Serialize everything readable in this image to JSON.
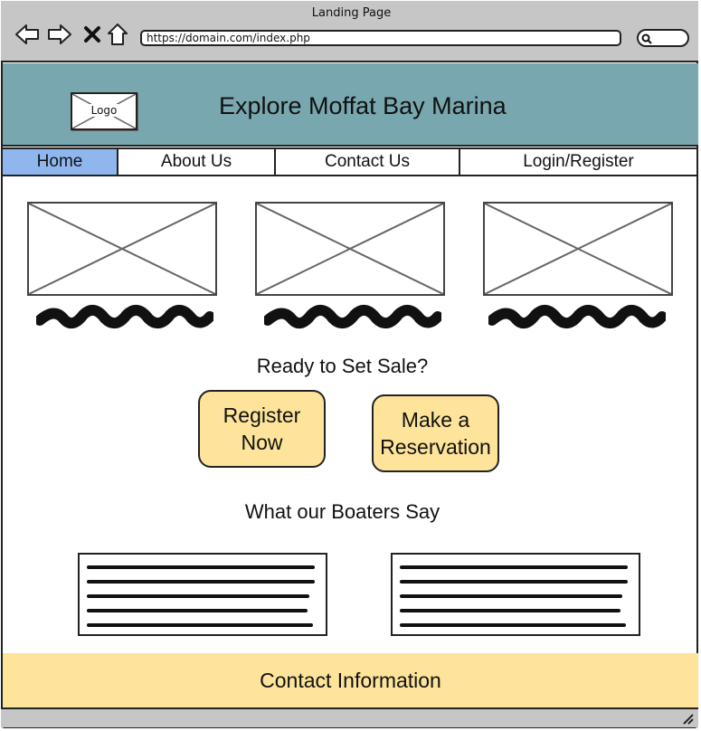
{
  "browser": {
    "window_title": "Landing Page",
    "url": "https://domain.com/index.php",
    "icons": [
      "back-icon",
      "forward-icon",
      "close-icon",
      "home-icon",
      "search-icon"
    ]
  },
  "header": {
    "logo_label": "Logo",
    "title": "Explore Moffat Bay Marina",
    "background": "#79a7b0"
  },
  "nav": {
    "items": [
      {
        "label": "Home",
        "active": true
      },
      {
        "label": "About Us",
        "active": false
      },
      {
        "label": "Contact Us",
        "active": false
      },
      {
        "label": "Login/Register",
        "active": false
      }
    ],
    "active_color": "#8fb7ee"
  },
  "cta": {
    "heading": "Ready to Set Sale?",
    "register_label": "Register Now",
    "reservation_label": "Make a Reservation",
    "button_color": "#fde49a"
  },
  "testimonials": {
    "heading": "What our Boaters Say"
  },
  "footer": {
    "label": "Contact Information",
    "background": "#fde49a"
  }
}
